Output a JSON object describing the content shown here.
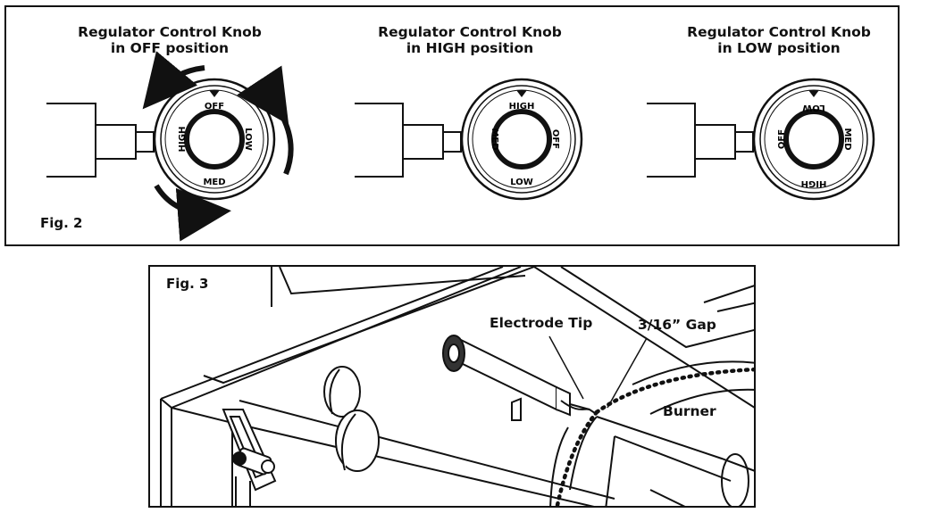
{
  "fig2": {
    "label": "Fig. 2",
    "knobs": [
      {
        "title_line1": "Regulator Control Knob",
        "title_line2": "in OFF position",
        "dial": {
          "top": "OFF",
          "left": "HIGH",
          "right": "LOW",
          "bottom": "MED"
        }
      },
      {
        "title_line1": "Regulator Control Knob",
        "title_line2": "in HIGH position",
        "dial": {
          "top": "HIGH",
          "left": "MED",
          "right": "OFF",
          "bottom": "LOW"
        }
      },
      {
        "title_line1": "Regulator Control Knob",
        "title_line2": "in LOW position",
        "dial": {
          "top": "LOW",
          "left": "OFF",
          "right": "MED",
          "bottom": "HIGH"
        }
      }
    ]
  },
  "fig3": {
    "label": "Fig. 3",
    "electrode_tip_label": "Electrode Tip",
    "gap_label": "3/16” Gap",
    "burner_label": "Burner"
  }
}
